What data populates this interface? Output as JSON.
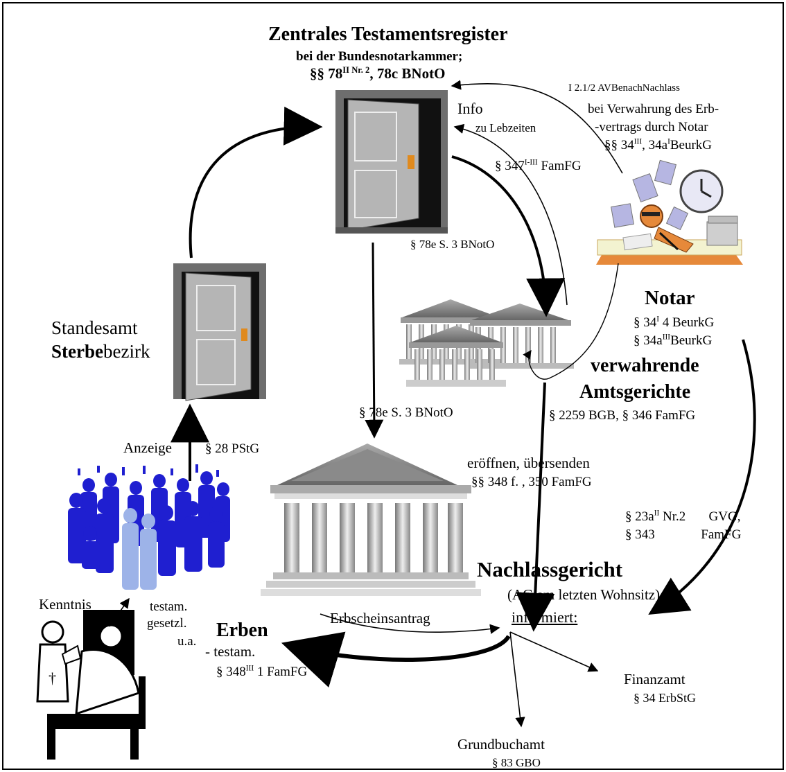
{
  "register": {
    "title": "Zentrales Testamentsregister",
    "subtitle": "bei der Bundesnotarkammer;",
    "law_pre": "§§ 78",
    "law_sup": "II Nr. 2",
    "law_post": ", 78c BNotO"
  },
  "info": {
    "title": "Info",
    "sub": "zu Lebzeiten"
  },
  "notar_to_register": {
    "ref": "I 2.1/2 AVBenachNachlass",
    "line1": "bei Verwahrung des Erb-",
    "line2": "-vertrags durch Notar",
    "law_a": "§§ 34",
    "law_a_sup": "III",
    "law_b": ", 34a",
    "law_b_sup": "I",
    "law_c": "BeurkG"
  },
  "famfg_347": {
    "pre": "§  347",
    "sup": "I-III",
    "post": " FamFG"
  },
  "bnoto_78e_a": "§ 78e S. 3 BNotO",
  "bnoto_78e_b": "§  78e S. 3 BNotO",
  "standesamt": {
    "line1": "Standesamt",
    "bold": "Sterbe",
    "rest": "bezirk"
  },
  "notar": {
    "title": "Notar",
    "law1_pre": "§ 34",
    "law1_sup": "I",
    "law1_post": " 4 BeurkG",
    "law2_pre": "§ 34a",
    "law2_sup": "III",
    "law2_post": "BeurkG"
  },
  "amtsgerichte": {
    "line1": "verwahrende",
    "line2": "Amtsgerichte",
    "law": "§ 2259 BGB, § 346 FamFG"
  },
  "anzeige": {
    "label": "Anzeige",
    "law": "§ 28 PStG"
  },
  "eroeffnen": {
    "line1": "eröffnen,  übersenden",
    "line2": "§§ 348 f. , 350 FamFG"
  },
  "gvg": {
    "l1_pre": "§ 23a",
    "l1_sup": "II",
    "l1_post": " Nr.2       GVG,",
    "l2": "§ 343              FamFG"
  },
  "nachlass": {
    "title": "Nachlassgericht",
    "sub": "(AG am letzten Wohnsitz)",
    "informs": "informiert:"
  },
  "kenntnis": "Kenntnis",
  "cross": "†",
  "heirs_types": {
    "l1": "testam.",
    "l2": "gesetzl.",
    "l3": "u.a."
  },
  "erben": {
    "title": "Erben",
    "sub": "- testam.",
    "law_pre": "§ 348",
    "law_sup": "III",
    "law_post": " 1 FamFG"
  },
  "erbschein": "Erbscheinsantrag",
  "finanzamt": {
    "title": "Finanzamt",
    "law": "§ 34 ErbStG"
  },
  "grundbuch": {
    "title": "Grundbuchamt",
    "law": "§ 83 GBO"
  },
  "colors": {
    "crowd_dark": "#1f1fd0",
    "crowd_light": "#9db3e8",
    "door_frame": "#6e6e6e",
    "door": "#b5b5b5",
    "keyhole": "#e08a1e"
  }
}
